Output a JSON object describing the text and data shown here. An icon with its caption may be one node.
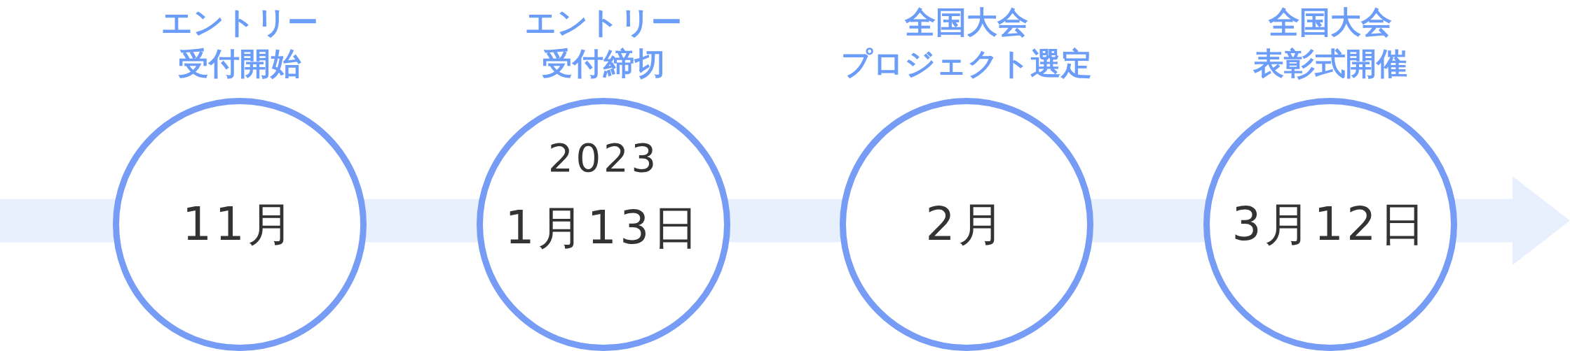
{
  "diagram": {
    "nodes": [
      {
        "text": [
          "エントリー受付開始",
          "11月"
        ]
      },
      {
        "text": [
          "エントリー受付締切",
          "2023",
          "1月13日"
        ]
      },
      {
        "text": [
          "全国大会プロジェクト選定",
          "2月"
        ]
      },
      {
        "text": [
          "全国大会表彰式開催",
          "3月12日"
        ]
      }
    ]
  }
}
